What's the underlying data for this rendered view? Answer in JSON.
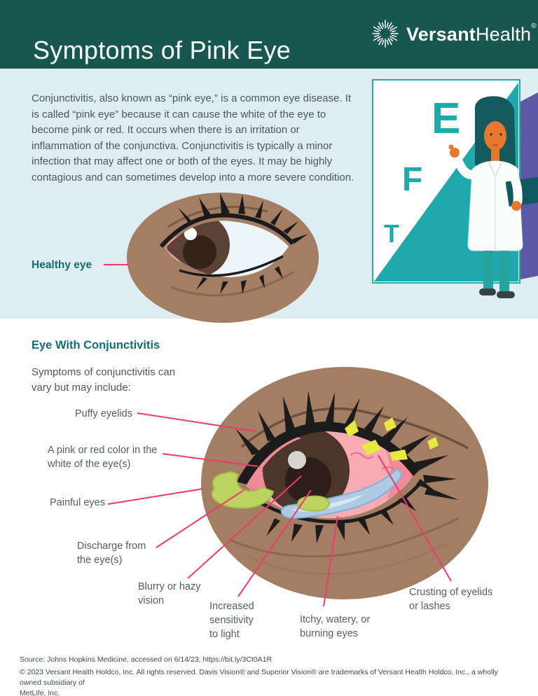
{
  "header": {
    "title": "Symptoms of Pink Eye",
    "brand_bold": "Versant",
    "brand_light": "Health",
    "registered": "®"
  },
  "intro": {
    "paragraph": "Conjunctivitis, also known as “pink eye,” is a common eye disease. It is called “pink eye” because it can cause the white of the eye to become pink or red. It occurs when there is an irritation or inflammation of the conjunctiva. Conjunctivitis is typically a minor infection that may affect one or both of the eyes. It may be highly contagious and can sometimes develop into a more severe condition."
  },
  "eye_chart": {
    "letter_large": "E",
    "letter_medium": "F",
    "letter_small": "T"
  },
  "healthy_eye": {
    "label": "Healthy eye"
  },
  "conjunctivitis": {
    "heading": "Eye With Conjunctivitis",
    "lead": "Symptoms of conjunctivitis can\nvary but may include:",
    "symptoms": [
      "Puffy eyelids",
      "A pink or red color in the\nwhite of the eye(s)",
      "Painful eyes",
      "Discharge from\nthe eye(s)",
      "Blurry or hazy\nvision",
      "Increased\nsensitivity\nto light",
      "Itchy, watery, or\nburning eyes",
      "Crusting of eyelids\nor lashes"
    ]
  },
  "footer": {
    "source": "Source: Johns Hopkins Medicine, accessed on 6/14/23, https://bit.ly/3Ct0A1R",
    "copyright": "© 2023 Versant Health Holdco, Inc. All rights reserved. Davis Vision® and Superior Vision® are trademarks of Versant Health Holdco, Inc., a wholly owned subsidiary of\nMetLife, Inc."
  },
  "colors": {
    "header_bg": "#17574f",
    "intro_bg": "#ddedf2",
    "teal_accent": "#1fa9ad",
    "heading_teal": "#136e74",
    "callout_pink": "#ee3a6d",
    "body_text": "#4d575e",
    "purple": "#5b58a6",
    "skin_brown": "#a47e63",
    "sclera_pink": "#f8abb3",
    "discharge_green": "#bdd55f",
    "crust_yellow": "#e6e93f",
    "watery_blue": "#aecbe3"
  }
}
